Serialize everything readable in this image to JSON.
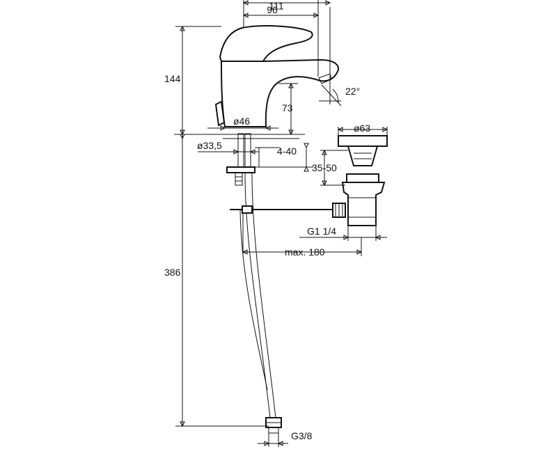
{
  "drawing": {
    "dimensions": {
      "spout_reach": "111",
      "spout_reach_inner": "96",
      "tap_height": "144",
      "spout_height": "73",
      "outlet_angle": "22°",
      "base_diameter": "ø46",
      "hole_diameter": "ø33,5",
      "deck_thickness": "4-40",
      "total_height": "386",
      "drain_diameter": "ø63",
      "drain_height": "35-50",
      "drain_thread": "G1 1/4",
      "pull_rod_length": "max. 180",
      "connection_thread": "G3/8"
    },
    "colors": {
      "line": "#111111",
      "background": "#ffffff"
    }
  }
}
